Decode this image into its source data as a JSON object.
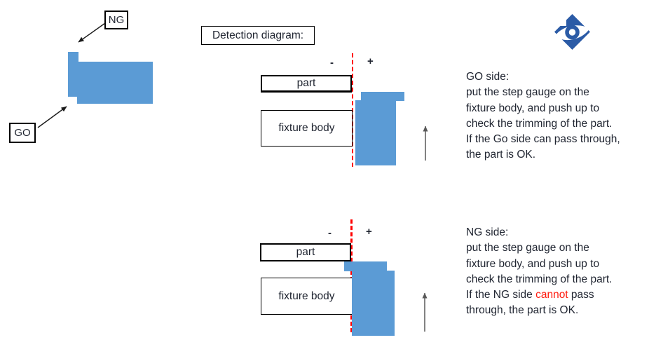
{
  "colors": {
    "shape_blue": "#5b9bd5",
    "logo_blue": "#2b5ba6",
    "line_red": "#ff0000",
    "red_text": "#ff1a0e",
    "text": "#1f2430",
    "arrow_gray": "#595959",
    "arrow_black": "#1a1a1a"
  },
  "title": "Detection diagram:",
  "gauge_legend": {
    "ng": "NG",
    "go": "GO"
  },
  "diagram_go": {
    "minus": "-",
    "plus": "+",
    "part": "part",
    "fixture": "fixture body"
  },
  "diagram_ng": {
    "minus": "-",
    "plus": "+",
    "part": "part",
    "fixture": "fixture body"
  },
  "go_text": {
    "heading": "GO side:",
    "line1": "put the step gauge on the",
    "line2": "fixture body, and push up to",
    "line3": "check the trimming of the part.",
    "line4": "If the Go side can pass through,",
    "line5": "the part is OK."
  },
  "ng_text": {
    "heading": "NG side:",
    "line1": "put the step gauge on the",
    "line2": "fixture body, and push up to",
    "line3": "check the trimming of the part.",
    "line4_prefix": "If the NG side ",
    "line4_red": "cannot",
    "line4_suffix": " pass",
    "line5": "through, the part is OK."
  }
}
